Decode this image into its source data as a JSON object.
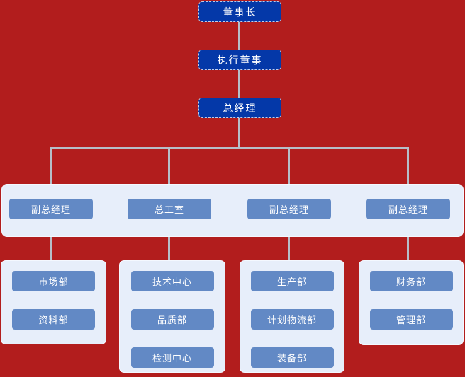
{
  "chart": {
    "levels": [
      {
        "label": "董事长"
      },
      {
        "label": "执行董事"
      },
      {
        "label": "总经理"
      }
    ],
    "branches": [
      {
        "head": "副总经理",
        "departments": [
          "市场部",
          "资料部"
        ]
      },
      {
        "head": "总工室",
        "departments": [
          "技术中心",
          "品质部",
          "检测中心"
        ]
      },
      {
        "head": "副总经理",
        "departments": [
          "生产部",
          "计划物流部",
          "装备部"
        ]
      },
      {
        "head": "副总经理",
        "departments": [
          "财务部",
          "管理部"
        ]
      }
    ]
  },
  "colors": {
    "background": "#b21d1d",
    "executive_node": "#0438a8",
    "department_node": "#6289c5",
    "panel_background": "#e7eefa",
    "connector": "#b6bec8",
    "node_text": "#ffffff"
  }
}
